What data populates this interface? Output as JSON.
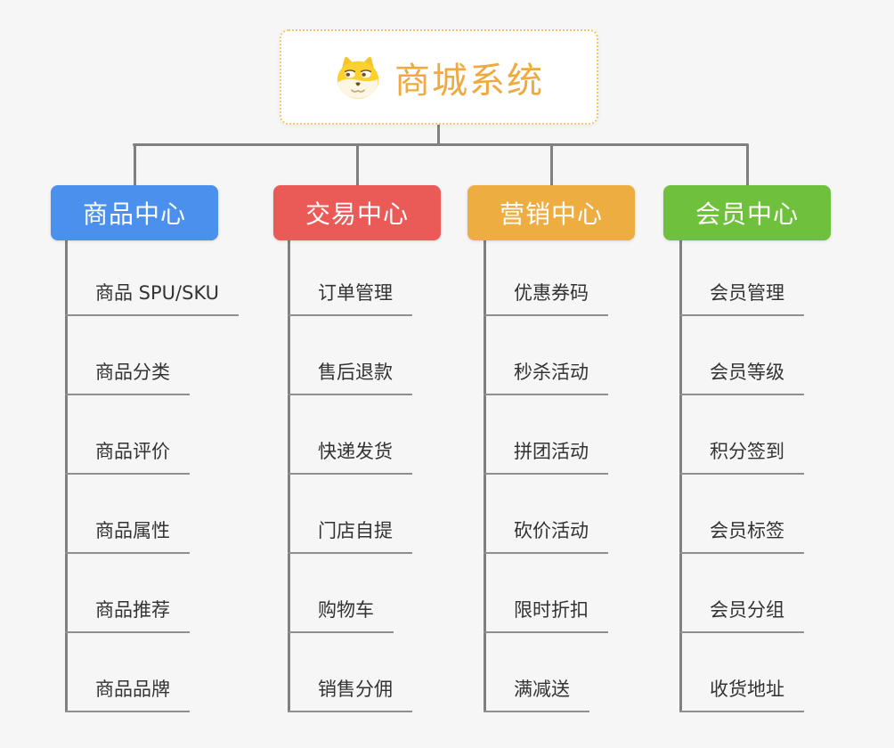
{
  "background_color": "#f6f6f6",
  "connector_color": "#808080",
  "root": {
    "title": "商城系统",
    "icon": "doge-icon",
    "border_color": "#f6c46d",
    "title_color": "#f0a93f"
  },
  "branches": [
    {
      "id": "product-center",
      "label": "商品中心",
      "color": "#4a90ec",
      "children": [
        "商品 SPU/SKU",
        "商品分类",
        "商品评价",
        "商品属性",
        "商品推荐",
        "商品品牌"
      ]
    },
    {
      "id": "trade-center",
      "label": "交易中心",
      "color": "#ea5b57",
      "children": [
        "订单管理",
        "售后退款",
        "快递发货",
        "门店自提",
        "购物车",
        "销售分佣"
      ]
    },
    {
      "id": "marketing-center",
      "label": "营销中心",
      "color": "#edad41",
      "children": [
        "优惠券码",
        "秒杀活动",
        "拼团活动",
        "砍价活动",
        "限时折扣",
        "满减送"
      ]
    },
    {
      "id": "member-center",
      "label": "会员中心",
      "color": "#6fc13d",
      "children": [
        "会员管理",
        "会员等级",
        "积分签到",
        "会员标签",
        "会员分组",
        "收货地址"
      ]
    }
  ]
}
